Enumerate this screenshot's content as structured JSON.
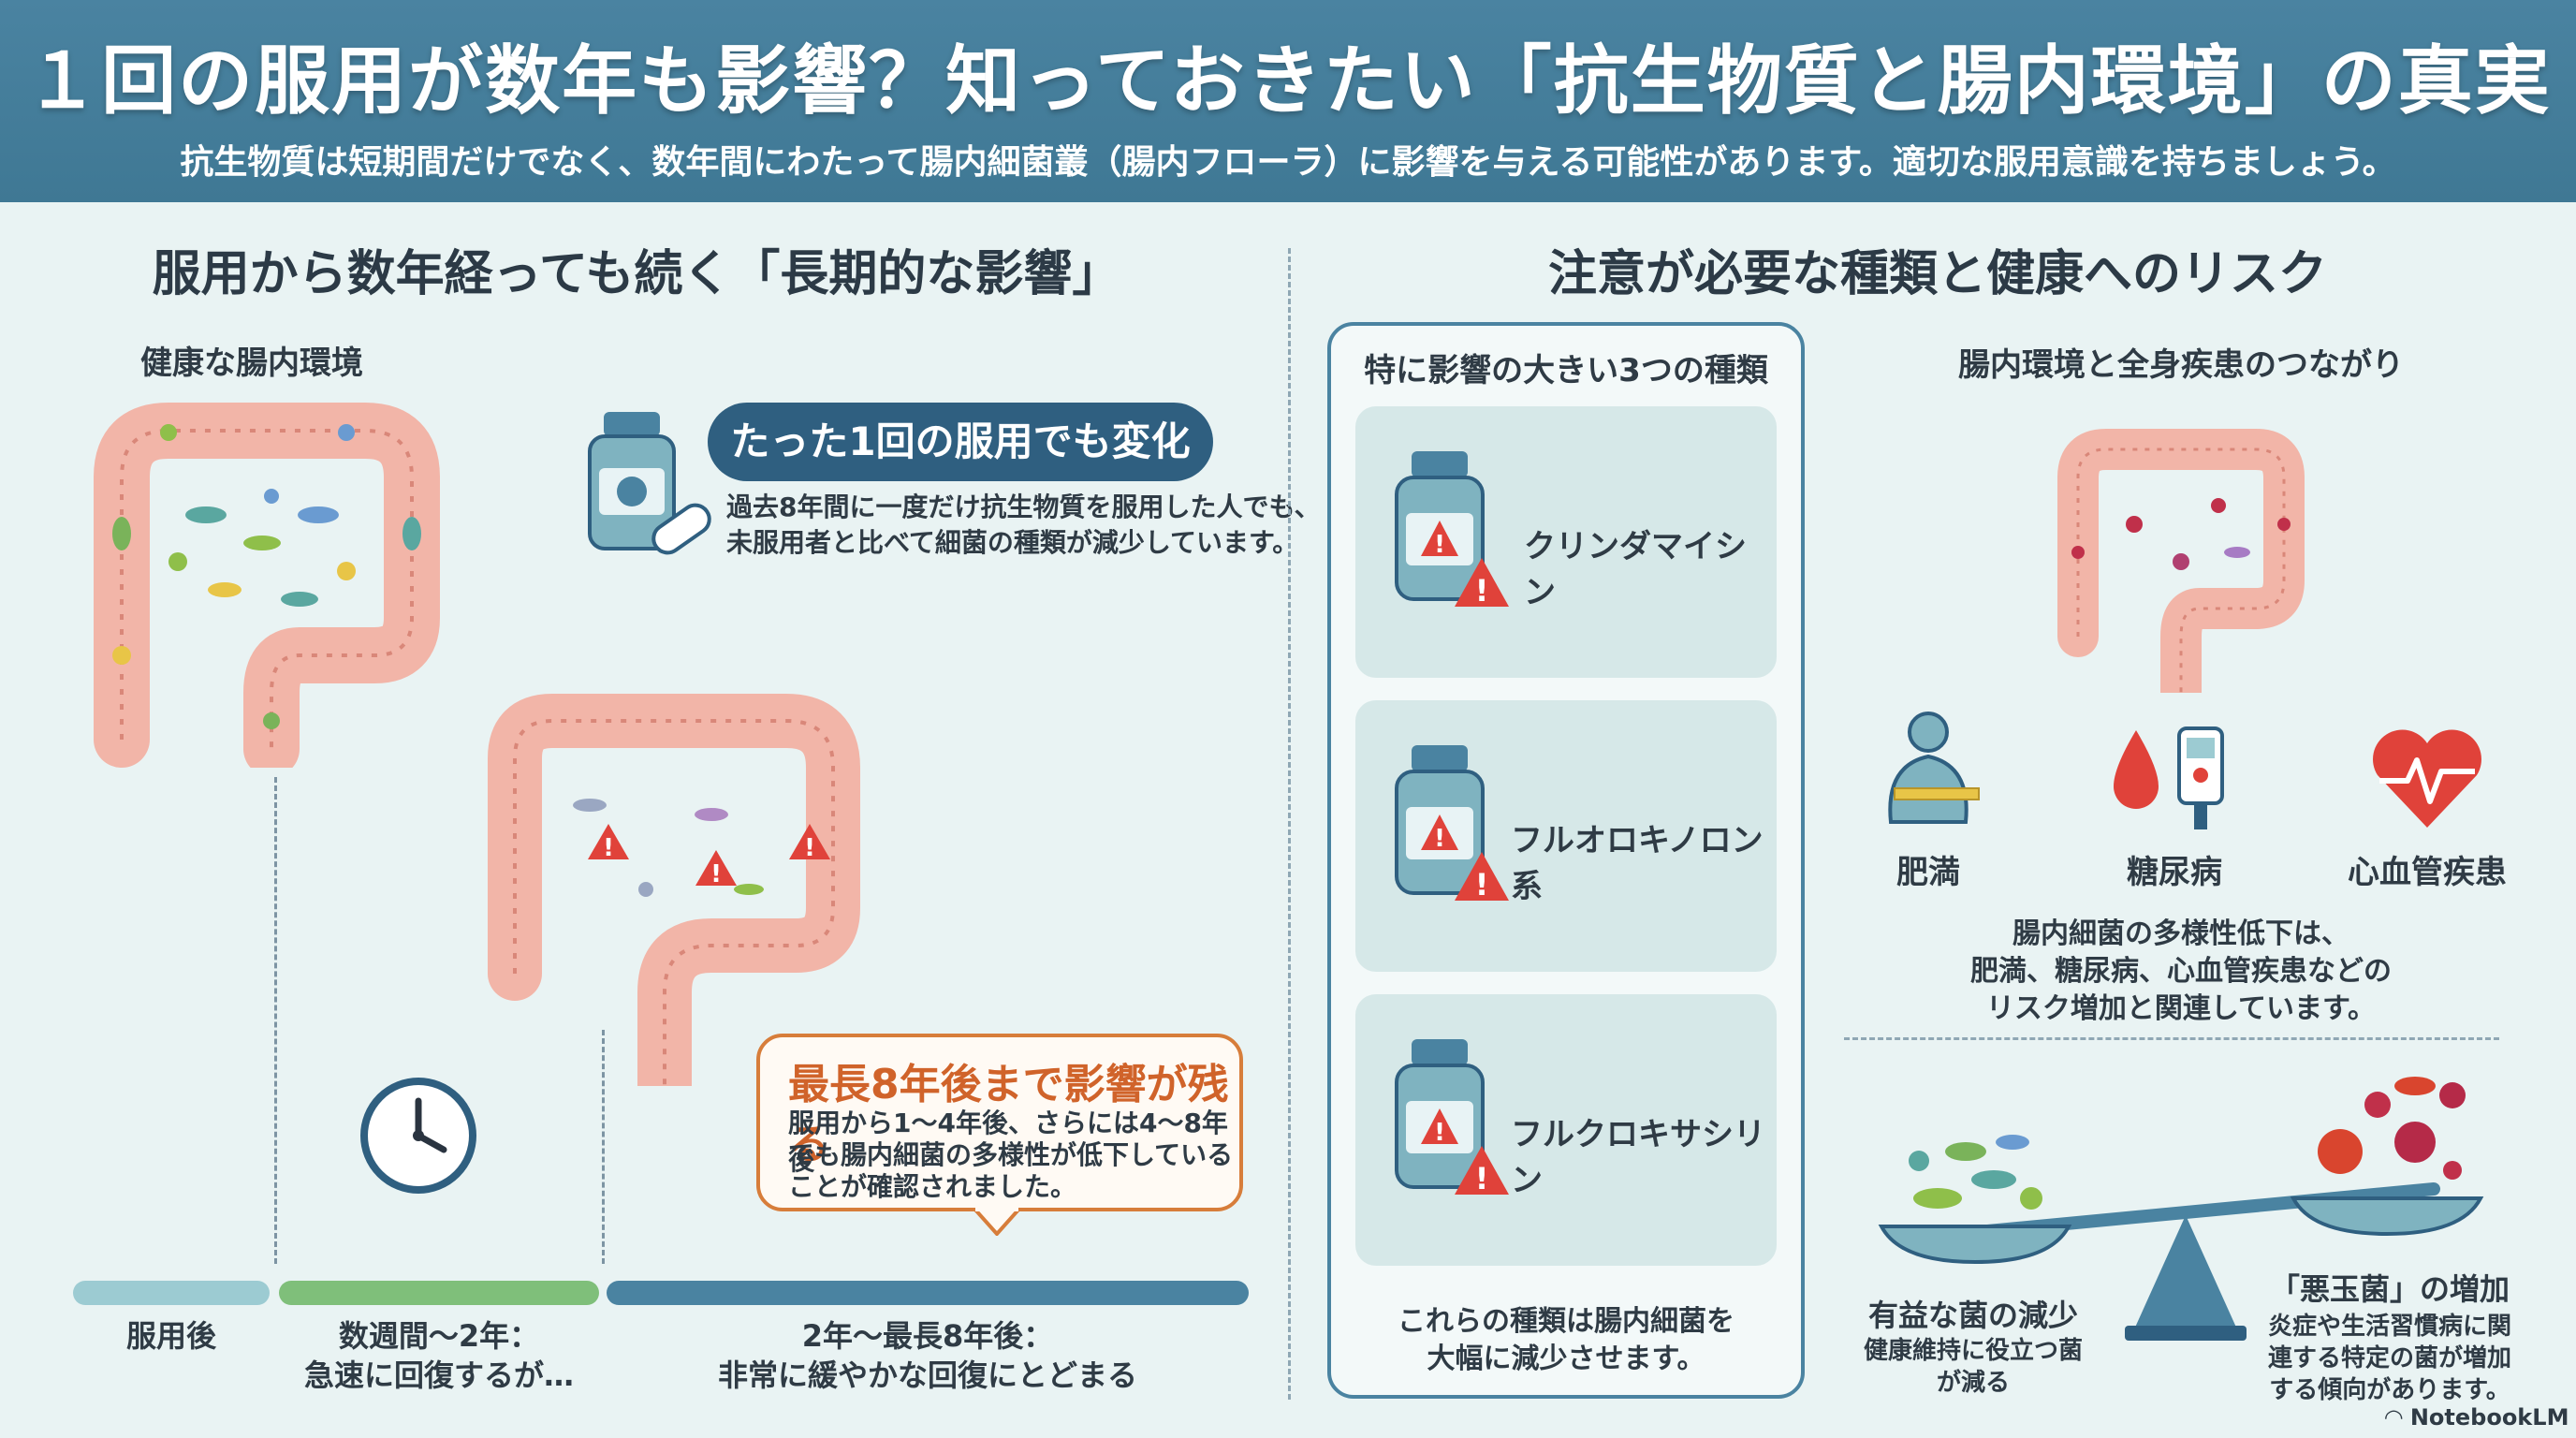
{
  "header": {
    "title": "１回の服用が数年も影響？知っておきたい「抗生物質と腸内環境」の真実",
    "subtitle": "抗生物質は短期間だけでなく、数年間にわたって腸内細菌叢（腸内フローラ）に影響を与える可能性があります。適切な服用意識を持ちましょう。"
  },
  "left": {
    "section_title": "服用から数年経っても続く「長期的な影響」",
    "healthy_label": "健康な腸内環境",
    "single_dose": {
      "pill": "たった1回の服用でも変化",
      "line1": "過去8年間に一度だけ抗生物質を服用した人でも、",
      "line2": "未服用者と比べて細菌の種類が減少しています。"
    },
    "callout": {
      "title": "最長8年後まで影響が残る",
      "line1": "服用から1〜4年後、さらには4〜8年後",
      "line2": "でも腸内細菌の多様性が低下している",
      "line3": "ことが確認されました。"
    },
    "timeline": {
      "phase1": "服用後",
      "phase2_line1": "数週間〜2年：",
      "phase2_line2": "急速に回復するが…",
      "phase3_line1": "2年〜最長8年後：",
      "phase3_line2": "非常に緩やかな回復にとどまる"
    }
  },
  "right": {
    "section_title": "注意が必要な種類と健康へのリスク",
    "types": {
      "heading": "特に影響の大きい3つの種類",
      "items": [
        "クリンダマイシン",
        "フルオロキノロン系",
        "フルクロキサシリン"
      ],
      "footer_line1": "これらの種類は腸内細菌を",
      "footer_line2": "大幅に減少させます。"
    },
    "connection": {
      "heading": "腸内環境と全身疾患のつながり",
      "diseases": [
        "肥満",
        "糖尿病",
        "心血管疾患"
      ],
      "note_line1": "腸内細菌の多様性低下は、",
      "note_line2": "肥満、糖尿病、心血管疾患などの",
      "note_line3": "リスク増加と関連しています。"
    },
    "balance": {
      "good_title": "有益な菌の減少",
      "good_line1": "健康維持に役立つ菌",
      "good_line2": "が減る",
      "bad_title": "「悪玉菌」の増加",
      "bad_line1": "炎症や生活習慣病に関",
      "bad_line2": "連する特定の菌が増加",
      "bad_line3": "する傾向があります。"
    }
  },
  "brand": "NotebookLM",
  "colors": {
    "header": "#4a83a1",
    "accent_orange": "#d77d3a",
    "pill_blue": "#2f5f80",
    "warning_red": "#e0423a",
    "intestine_pink": "#f2b5a8"
  }
}
